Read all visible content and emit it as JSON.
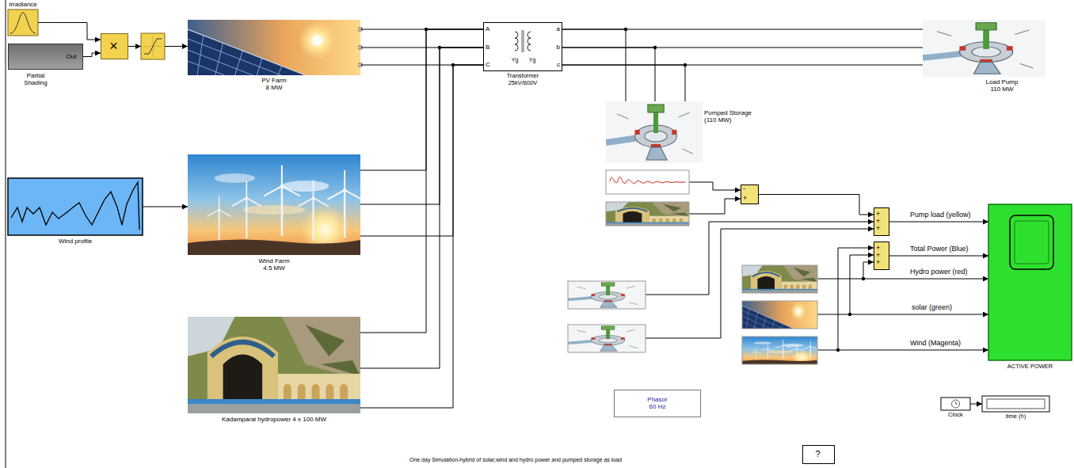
{
  "diagram": {
    "caption": "One day Simulation-hybrid of solar,wind and hydro power and pumped storage as load",
    "nodes": [
      {
        "text": [
          "Irradiance"
        ]
      },
      {
        "text": [
          "Out",
          "Partial Shading"
        ]
      },
      {
        "text": [
          "×"
        ]
      },
      {
        "text": [
          "PV Farm 8 MW"
        ]
      },
      {
        "text": [
          "Wind profile"
        ]
      },
      {
        "text": [
          "Wind Farm 4.5 MW"
        ]
      },
      {
        "text": [
          "Kadamparai hydropower 4 x 100 MW"
        ]
      },
      {
        "text": [
          "A",
          "B",
          "C",
          "Yg",
          "Yg",
          "a",
          "b",
          "c",
          "Transformer 25kV/600V"
        ]
      },
      {
        "text": [
          "Load Pump 110 MW"
        ]
      },
      {
        "text": [
          "Pumped Storage (110 MW)"
        ]
      },
      {
        "text": [
          "-",
          "+"
        ]
      },
      {
        "text": [
          "+",
          "+",
          "+"
        ]
      },
      {
        "text": [
          "+",
          "+",
          "+"
        ]
      },
      {
        "text": [
          "ACTIVE POWER"
        ]
      },
      {
        "text": [
          "Phasor 60 Hz"
        ]
      },
      {
        "text": [
          "Clock"
        ]
      },
      {
        "text": [
          "time (h)"
        ]
      },
      {
        "text": [
          "?"
        ]
      }
    ],
    "edges": [
      {
        "from": 0,
        "to": 2,
        "arrow": "to"
      },
      {
        "from": 1,
        "to": 2,
        "arrow": "to"
      },
      {
        "from": 4,
        "to": 5,
        "arrow": "to"
      },
      {
        "from": 3,
        "to": 7,
        "arrow": "none"
      },
      {
        "from": 5,
        "to": 7,
        "arrow": "none"
      },
      {
        "from": 6,
        "to": 7,
        "arrow": "none"
      },
      {
        "from": 7,
        "to": 8,
        "arrow": "none"
      },
      {
        "from": 7,
        "to": 9,
        "arrow": "none"
      },
      {
        "from": 10,
        "to": 11,
        "arrow": "to"
      },
      {
        "from": 11,
        "to": 13,
        "label": "Pump load (yellow)",
        "arrow": "to"
      },
      {
        "from": 12,
        "to": 13,
        "label": "Total Power (Blue)",
        "arrow": "to"
      },
      {
        "from": 15,
        "to": 16,
        "arrow": "to"
      }
    ],
    "labels": [
      "Hydro power (red)",
      "solar (green)",
      "Wind (Magenta)"
    ]
  }
}
